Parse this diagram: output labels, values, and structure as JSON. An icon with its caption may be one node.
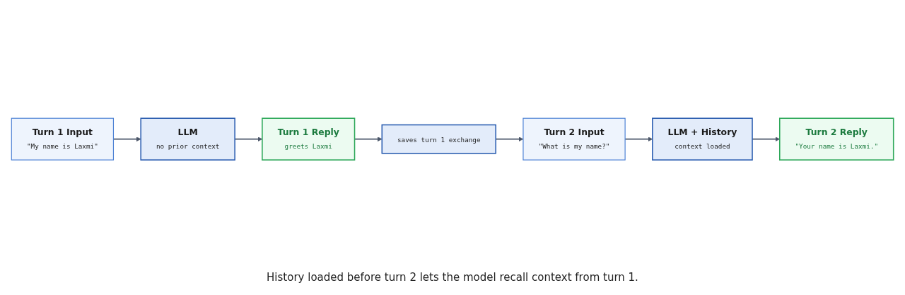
{
  "diagram": {
    "caption": "History loaded before turn 2 lets the model recall context from turn 1.",
    "nodes": [
      {
        "text": [
          "Turn 1 Input",
          "\"My name is Laxmi\""
        ]
      },
      {
        "text": [
          "LLM",
          "no prior context"
        ]
      },
      {
        "text": [
          "Turn 1 Reply",
          "greets Laxmi"
        ]
      },
      {
        "text": [
          "saves turn 1 exchange"
        ]
      },
      {
        "text": [
          "Turn 2 Input",
          "\"What is my name?\""
        ]
      },
      {
        "text": [
          "LLM + History",
          "context loaded"
        ]
      },
      {
        "text": [
          "Turn 2 Reply",
          "\"Your name is Laxmi.\""
        ]
      }
    ],
    "edges": [
      {
        "from": 0,
        "to": 1,
        "arrow": "to"
      },
      {
        "from": 1,
        "to": 2,
        "arrow": "to"
      },
      {
        "from": 2,
        "to": 3,
        "arrow": "to"
      },
      {
        "from": 3,
        "to": 4,
        "arrow": "to"
      },
      {
        "from": 4,
        "to": 5,
        "arrow": "to"
      },
      {
        "from": 5,
        "to": 6,
        "arrow": "to"
      }
    ]
  }
}
